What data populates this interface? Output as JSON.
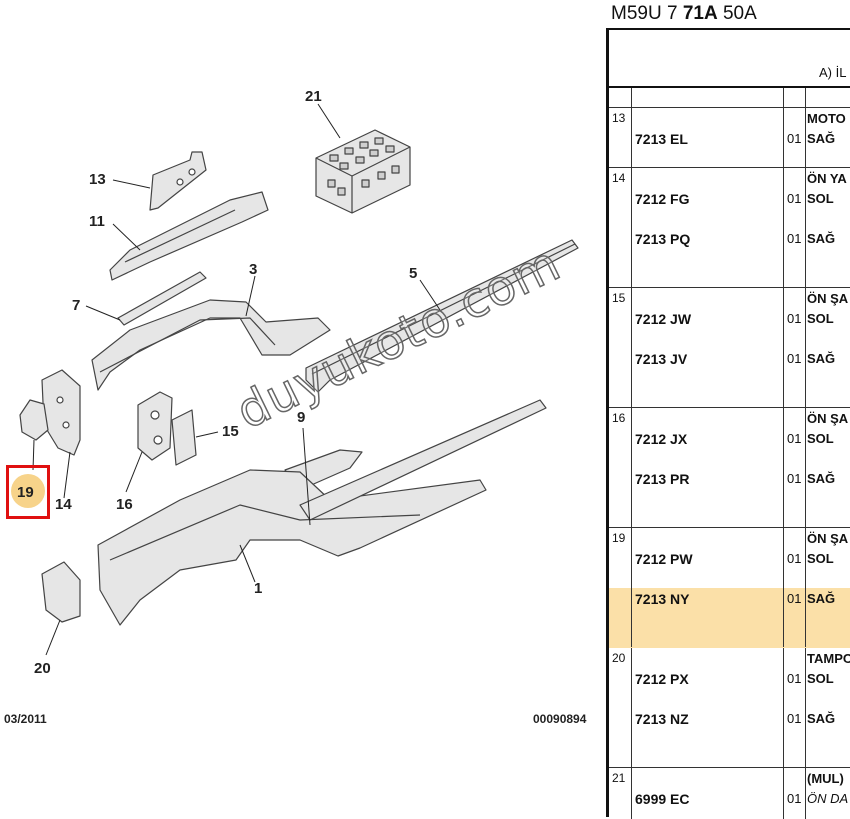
{
  "document": {
    "catalog_code": {
      "prefix": "M59U 7 ",
      "bold": "71A",
      "suffix": " 50A"
    },
    "column_header": "A) İL",
    "diagram": {
      "date": "03/2011",
      "image_ref": "00090894",
      "watermark": "duyukoto.com",
      "callouts": [
        "21",
        "13",
        "11",
        "3",
        "5",
        "7",
        "9",
        "15",
        "14",
        "16",
        "19",
        "1",
        "20"
      ]
    },
    "parts": [
      {
        "ref": "13",
        "name": "MOTO",
        "lines": [
          {
            "pn": "7213 EL",
            "qty": "01",
            "side": "SAĞ"
          }
        ]
      },
      {
        "ref": "14",
        "name": "ÖN YA",
        "lines": [
          {
            "pn": "7212 FG",
            "qty": "01",
            "side": "SOL"
          },
          {
            "pn": "7213 PQ",
            "qty": "01",
            "side": "SAĞ"
          }
        ]
      },
      {
        "ref": "15",
        "name": "ÖN ŞA",
        "lines": [
          {
            "pn": "7212 JW",
            "qty": "01",
            "side": "SOL"
          },
          {
            "pn": "7213 JV",
            "qty": "01",
            "side": "SAĞ"
          }
        ]
      },
      {
        "ref": "16",
        "name": "ÖN ŞA",
        "lines": [
          {
            "pn": "7212 JX",
            "qty": "01",
            "side": "SOL"
          },
          {
            "pn": "7213 PR",
            "qty": "01",
            "side": "SAĞ"
          }
        ]
      },
      {
        "ref": "19",
        "name": "ÖN ŞA",
        "lines": [
          {
            "pn": "7212 PW",
            "qty": "01",
            "side": "SOL"
          },
          {
            "pn": "7213 NY",
            "qty": "01",
            "side": "SAĞ",
            "highlighted": true
          }
        ]
      },
      {
        "ref": "20",
        "name": "TAMPO",
        "lines": [
          {
            "pn": "7212 PX",
            "qty": "01",
            "side": "SOL"
          },
          {
            "pn": "7213 NZ",
            "qty": "01",
            "side": "SAĞ"
          }
        ]
      },
      {
        "ref": "21",
        "name": "(MUL)",
        "lines": [
          {
            "pn": "6999 EC",
            "qty": "01",
            "side": "ÖN DA",
            "italic": true
          }
        ]
      }
    ],
    "colors": {
      "highlight_row": "#fbe0a8",
      "selected_callout_box": "#e01010",
      "selected_callout_dot": "#f7d38a"
    }
  }
}
